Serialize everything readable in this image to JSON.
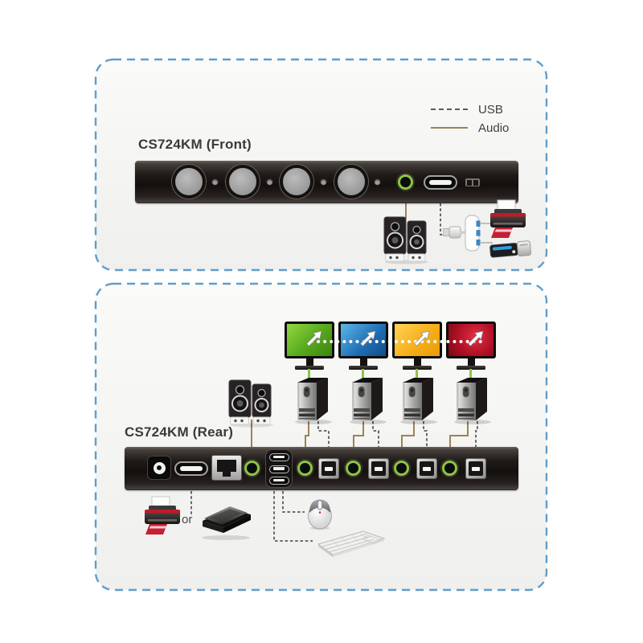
{
  "product": "CS724KM",
  "legend": {
    "items": [
      {
        "label": "USB",
        "line_style": "dashed",
        "color": "#58595b"
      },
      {
        "label": "Audio",
        "line_style": "solid",
        "color": "#9c8257"
      }
    ]
  },
  "front_section": {
    "title": "CS724KM (Front)",
    "panel": {
      "pushbutton_count": 4,
      "led_count": 4,
      "ports": [
        "port-select-pushbuttons",
        "audio-jack-green",
        "usb-a-port",
        "firmware-switch"
      ]
    },
    "devices": [
      "speakers",
      "usb-cable-and-hub",
      "printer",
      "usb-flash-drive"
    ]
  },
  "rear_section": {
    "title": "CS724KM (Rear)",
    "or_label": "or",
    "monitors": [
      {
        "name": "monitor-1",
        "screen_color": "#56a81c"
      },
      {
        "name": "monitor-2",
        "screen_color": "#1f6cb2"
      },
      {
        "name": "monitor-3",
        "screen_color": "#f6ac14"
      },
      {
        "name": "monitor-4",
        "screen_color": "#b01024"
      }
    ],
    "computer_count": 4,
    "panel": {
      "ports": [
        "power-jack",
        "flat-usb-peripheral-port",
        "rj45-port",
        "console-audio-jack",
        "usb-hub-3-port-stack",
        "audio-jack-pc1",
        "usb-b-port-pc1",
        "audio-jack-pc2",
        "usb-b-port-pc2",
        "audio-jack-pc3",
        "usb-b-port-pc3",
        "audio-jack-pc4",
        "usb-b-port-pc4"
      ]
    },
    "devices": [
      "speakers",
      "printer",
      "scanner",
      "mouse",
      "keyboard"
    ]
  },
  "colors": {
    "box_border": "#5f9ecb",
    "box_fill": "#f4f4f2",
    "audio_line": "#9c8257",
    "usb_line": "#58595b",
    "green_accent": "#8dc63f",
    "panel_black": "#14100d",
    "monitor_link_dots": "#ffffff"
  }
}
